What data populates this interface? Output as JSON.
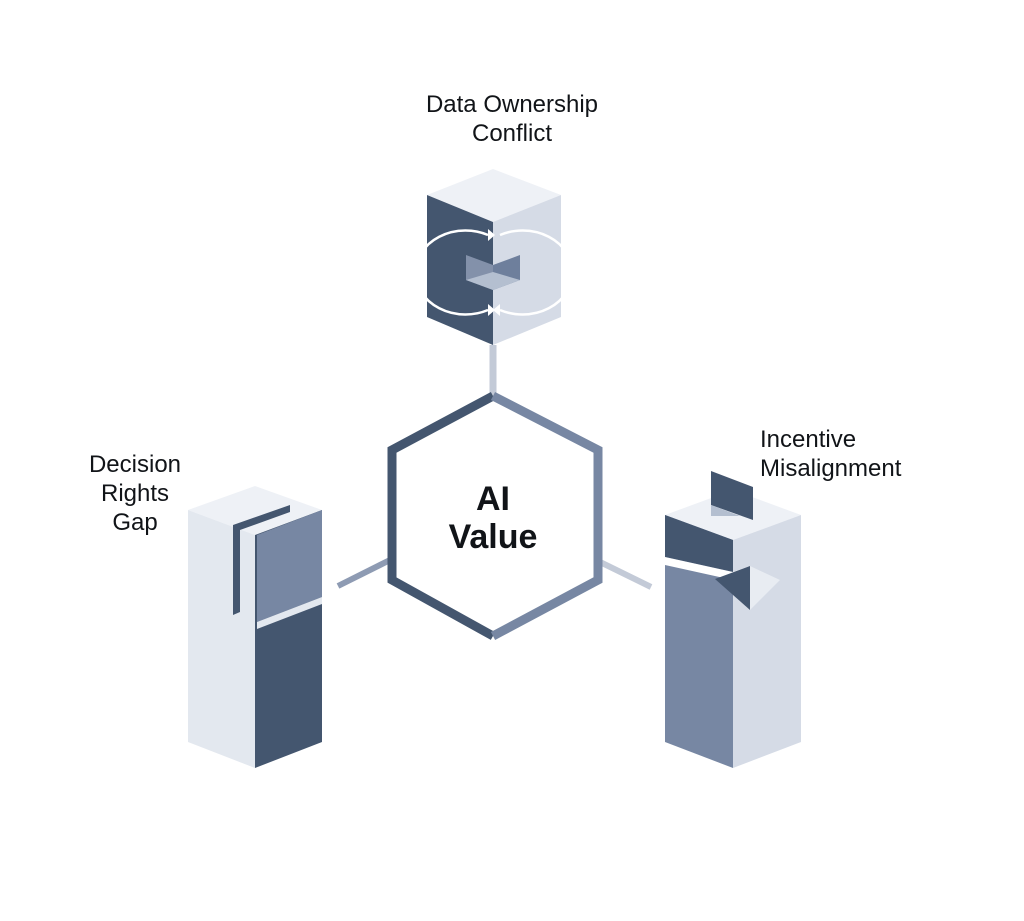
{
  "diagram": {
    "center": {
      "line1": "AI",
      "line2": "Value"
    },
    "nodes": [
      {
        "id": "top",
        "lines": [
          "Data Ownership",
          "Conflict"
        ],
        "icon": "cube-with-circular-arrows-icon"
      },
      {
        "id": "left",
        "lines": [
          "Decision",
          "Rights",
          "Gap"
        ],
        "icon": "split-pillar-icon"
      },
      {
        "id": "right",
        "lines": [
          "Incentive",
          "Misalignment"
        ],
        "icon": "offset-pillar-icon"
      }
    ],
    "colors": {
      "dark": "#44566f",
      "mid": "#7787a3",
      "light": "#d5dbe6",
      "lighter": "#e8ecf2",
      "connector": "#c3cad7"
    }
  }
}
